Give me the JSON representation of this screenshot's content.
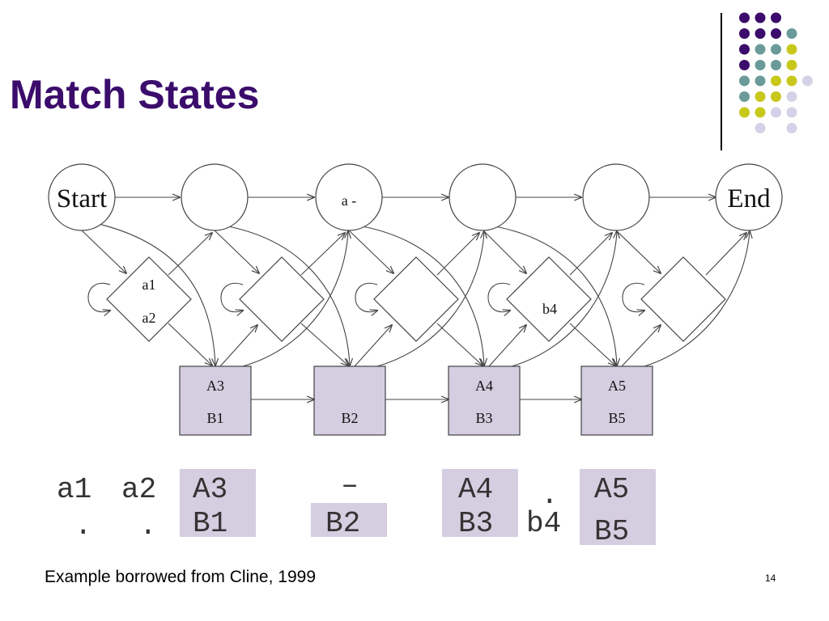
{
  "slide": {
    "title": "Match States",
    "footer": "Example borrowed from Cline, 1999",
    "page_number": "14"
  },
  "colors": {
    "title": "#3b0c6b",
    "dot_purple": "#3b0c6b",
    "dot_teal": "#6b9a9a",
    "dot_yellow": "#c8c81c",
    "dot_lavender": "#d3d3e8",
    "match_fill": "#d5cde0"
  },
  "diagram": {
    "top_states": [
      "Start",
      "",
      "a -",
      "",
      "",
      "End"
    ],
    "insert_states": [
      [
        "a1",
        "a2"
      ],
      [],
      [],
      [
        "b4"
      ],
      []
    ],
    "match_states": [
      [
        "A3",
        "B1"
      ],
      [
        "",
        "B2"
      ],
      [
        "A4",
        "B3"
      ],
      [
        "A5",
        "B5"
      ]
    ]
  },
  "alignment": {
    "row1": [
      "a1",
      "a2",
      "A3",
      "–",
      "A4",
      ".",
      "A5"
    ],
    "row2": [
      ".",
      ".",
      "B1",
      "B2",
      "B3",
      "b4",
      "B5"
    ]
  }
}
